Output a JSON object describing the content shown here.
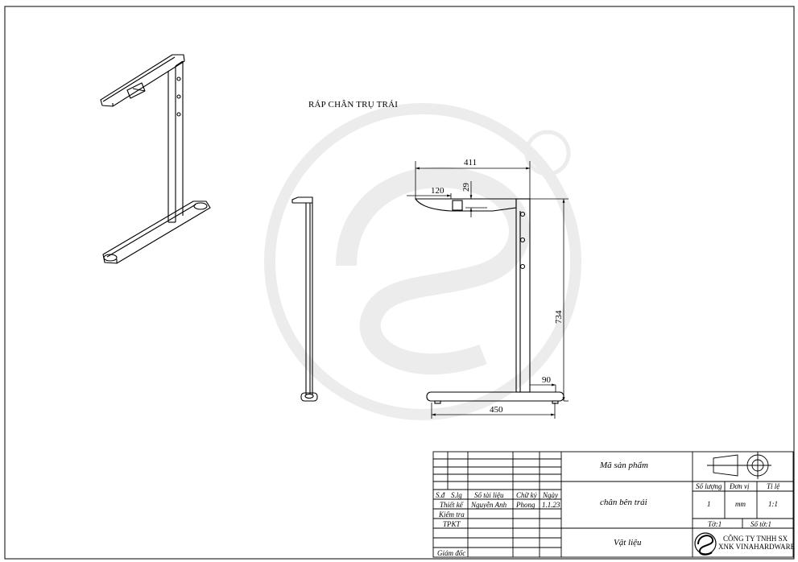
{
  "drawing": {
    "title": "RÁP CHÂN TRỤ TRÁI",
    "dimensions": {
      "overall_width": "411",
      "arm_offset": "120",
      "arm_thickness": "29",
      "height": "734",
      "foot_offset": "90",
      "base_length": "450"
    }
  },
  "title_block": {
    "product_code_label": "Mã sản phẩm",
    "product_name": "chân bên trái",
    "material_label": "Vật liệu",
    "headers": {
      "sd": "S.đ",
      "slg": "S.lg",
      "doc_no": "Số tài liệu",
      "signature": "Chữ ký",
      "date": "Ngày"
    },
    "rows": [
      {
        "role": "Thiết kế",
        "name": "Nguyễn Anh",
        "sign": "Phong",
        "date": "1.1.23"
      },
      {
        "role": "Kiểm tra",
        "name": "",
        "sign": "",
        "date": ""
      },
      {
        "role": "TPKT",
        "name": "",
        "sign": "",
        "date": ""
      },
      {
        "role": "Giám đốc",
        "name": "",
        "sign": "",
        "date": ""
      }
    ],
    "quantity_label": "Số lượng",
    "unit_label": "Đơn vị",
    "scale_label": "Tỉ lệ",
    "quantity": "1",
    "unit": "mm",
    "scale": "1:1",
    "sheet": "Tờ:1",
    "sheet_count": "Số tờ:1",
    "company_line1": "CÔNG TY TNHH SX",
    "company_line2": "XNK VINAHARDWARE"
  }
}
